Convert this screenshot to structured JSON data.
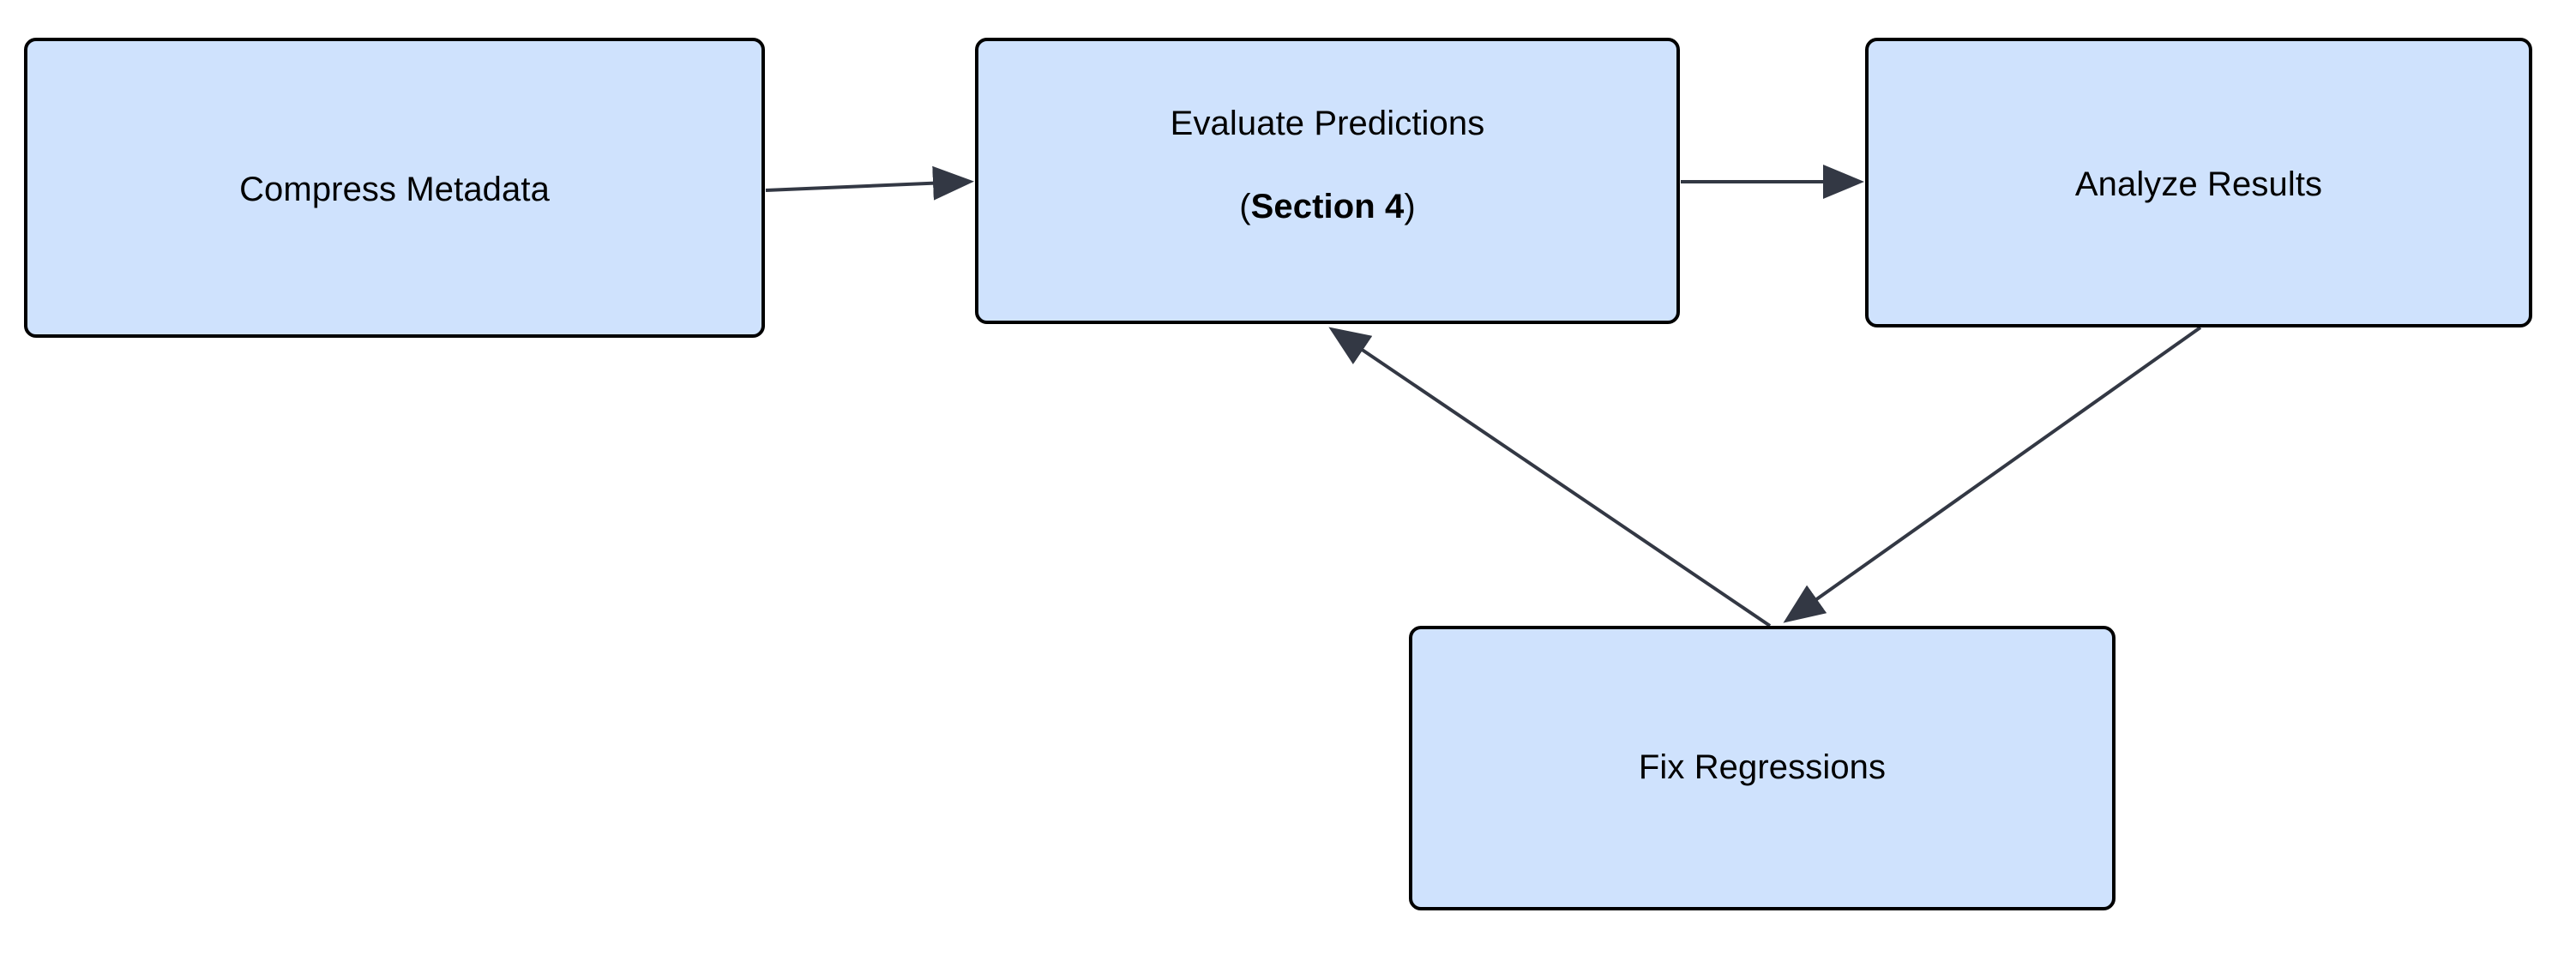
{
  "diagram": {
    "type": "flowchart",
    "direction": "left-to-right-with-feedback-loop",
    "background_color": "#ffffff",
    "node_fill_color": "#cfe2fd",
    "node_border_color": "#000000",
    "edge_color": "#333844",
    "nodes": [
      {
        "id": "compress-metadata",
        "label": "Compress Metadata",
        "lines": [
          "Compress Metadata"
        ]
      },
      {
        "id": "evaluate-predictions",
        "label": "Evaluate Predictions (Section 4)",
        "lines": [
          "Evaluate Predictions",
          "(Section 4)"
        ],
        "line1": "Evaluate Predictions",
        "ref_open_paren": "(",
        "ref_bold": "Section 4",
        "ref_close_paren": ")"
      },
      {
        "id": "analyze-results",
        "label": "Analyze Results",
        "lines": [
          "Analyze Results"
        ]
      },
      {
        "id": "fix-regressions",
        "label": "Fix Regressions",
        "lines": [
          "Fix Regressions"
        ]
      }
    ],
    "edges": [
      {
        "id": "edge-compress-to-evaluate",
        "from": "compress-metadata",
        "to": "evaluate-predictions",
        "label": ""
      },
      {
        "id": "edge-evaluate-to-analyze",
        "from": "evaluate-predictions",
        "to": "analyze-results",
        "label": ""
      },
      {
        "id": "edge-analyze-to-fix",
        "from": "analyze-results",
        "to": "fix-regressions",
        "label": ""
      },
      {
        "id": "edge-fix-to-evaluate",
        "from": "fix-regressions",
        "to": "evaluate-predictions",
        "label": ""
      }
    ]
  }
}
